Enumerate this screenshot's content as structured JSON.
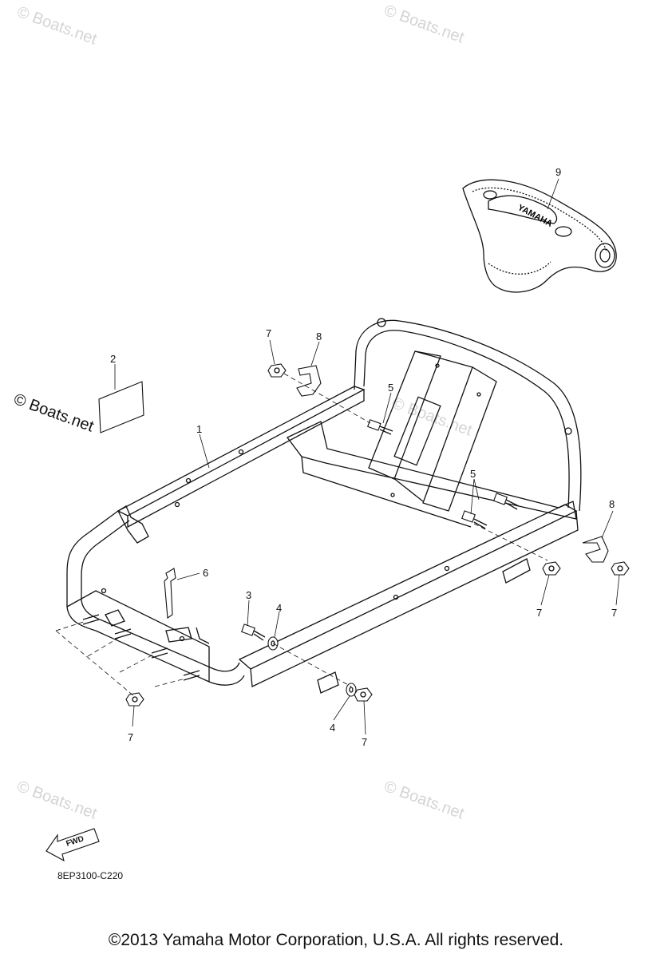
{
  "watermarks": [
    "© Boats.net",
    "© Boats.net",
    "© Boats.net",
    "© Boats.net",
    "© Boats.net",
    "© Boats.net"
  ],
  "callouts": {
    "c1": "1",
    "c2": "2",
    "c3": "3",
    "c4a": "4",
    "c4b": "4",
    "c5a": "5",
    "c5b": "5",
    "c6": "6",
    "c7a": "7",
    "c7b": "7",
    "c7c": "7",
    "c7d": "7",
    "c7e": "7",
    "c8a": "8",
    "c8b": "8",
    "c9": "9"
  },
  "handle_logo": "YAMAHA",
  "fwd_label": "FWD",
  "diagram_code": "8EP3100-C220",
  "copyright": "©2013 Yamaha Motor Corporation, U.S.A. All rights reserved."
}
